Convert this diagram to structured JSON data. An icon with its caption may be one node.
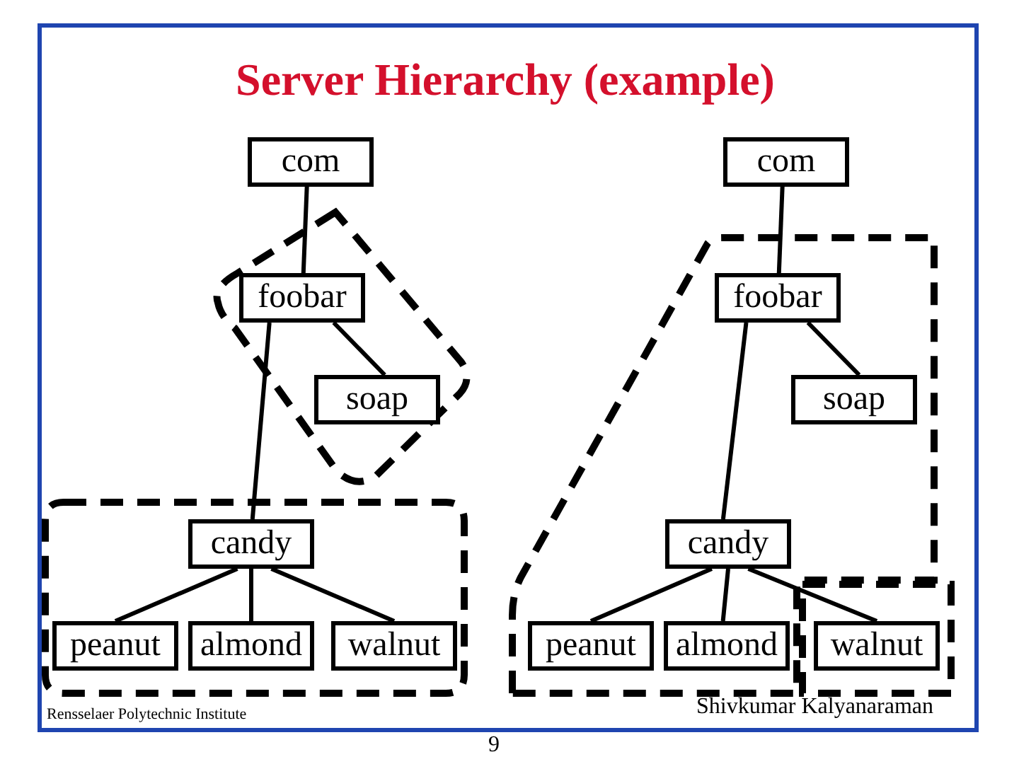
{
  "diagram": {
    "title": "Server Hierarchy (example)",
    "nodes": [
      {
        "text": [
          "com"
        ]
      },
      {
        "text": [
          "foobar"
        ]
      },
      {
        "text": [
          "soap"
        ]
      },
      {
        "text": [
          "candy"
        ]
      },
      {
        "text": [
          "peanut"
        ]
      },
      {
        "text": [
          "almond"
        ]
      },
      {
        "text": [
          "walnut"
        ]
      },
      {
        "text": [
          "com"
        ]
      },
      {
        "text": [
          "foobar"
        ]
      },
      {
        "text": [
          "soap"
        ]
      },
      {
        "text": [
          "candy"
        ]
      },
      {
        "text": [
          "peanut"
        ]
      },
      {
        "text": [
          "almond"
        ]
      },
      {
        "text": [
          "walnut"
        ]
      }
    ],
    "edges": [
      {
        "from": 0,
        "to": 1,
        "arrow": "none"
      },
      {
        "from": 1,
        "to": 2,
        "arrow": "none"
      },
      {
        "from": 1,
        "to": 3,
        "arrow": "none"
      },
      {
        "from": 3,
        "to": 4,
        "arrow": "none"
      },
      {
        "from": 3,
        "to": 5,
        "arrow": "none"
      },
      {
        "from": 3,
        "to": 6,
        "arrow": "none"
      },
      {
        "from": 7,
        "to": 8,
        "arrow": "none"
      },
      {
        "from": 8,
        "to": 9,
        "arrow": "none"
      },
      {
        "from": 8,
        "to": 10,
        "arrow": "none"
      },
      {
        "from": 10,
        "to": 11,
        "arrow": "none"
      },
      {
        "from": 10,
        "to": 12,
        "arrow": "none"
      },
      {
        "from": 10,
        "to": 13,
        "arrow": "none"
      }
    ],
    "labels": [
      "Rensselaer Polytechnic Institute",
      "Shivkumar Kalyanaraman",
      "9"
    ]
  }
}
